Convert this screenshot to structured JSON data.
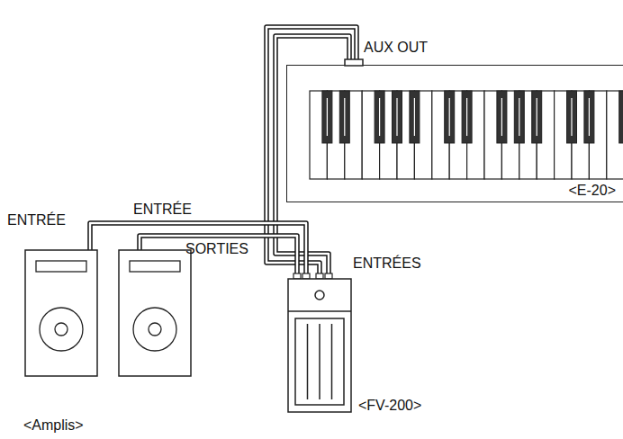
{
  "diagram": {
    "nodes": [
      {
        "text": [
          "<E-20>"
        ]
      },
      {
        "text": [
          "<FV-200>"
        ]
      },
      {
        "text": [
          "<Amplis>"
        ]
      }
    ],
    "edges": [
      {
        "from": 0,
        "to": 1,
        "arrow": "none"
      },
      {
        "from": 0,
        "to": 1,
        "arrow": "none"
      },
      {
        "from": 1,
        "to": 2,
        "arrow": "none"
      },
      {
        "from": 1,
        "to": 2,
        "arrow": "none"
      }
    ],
    "labels": [
      "AUX OUT",
      "ENTRÉE",
      "ENTRÉE",
      "SORTIES",
      "ENTRÉES"
    ]
  }
}
